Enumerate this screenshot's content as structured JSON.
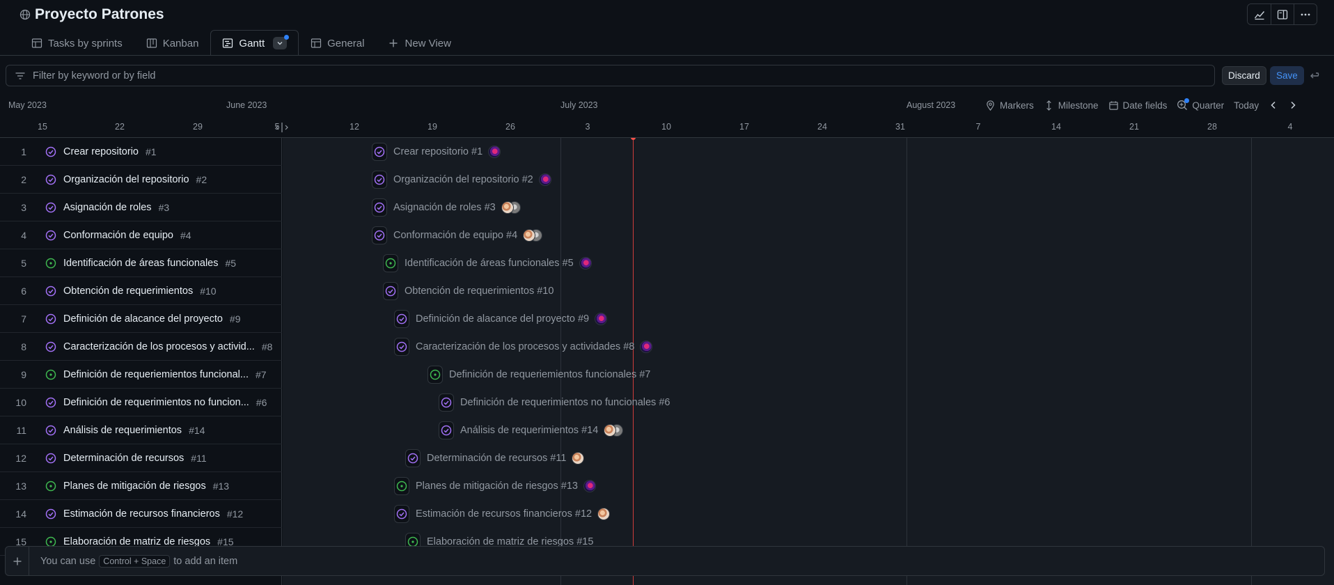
{
  "project": {
    "title": "Proyecto Patrones",
    "icon": "globe-icon"
  },
  "top_actions": [
    {
      "name": "insights-icon"
    },
    {
      "name": "panel-icon"
    },
    {
      "name": "more-icon"
    }
  ],
  "tabs": [
    {
      "label": "Tasks by sprints",
      "icon": "table-icon",
      "active": false
    },
    {
      "label": "Kanban",
      "icon": "board-icon",
      "active": false
    },
    {
      "label": "Gantt",
      "icon": "roadmap-icon",
      "active": true
    },
    {
      "label": "General",
      "icon": "table-icon",
      "active": false
    }
  ],
  "new_view_label": "New View",
  "filter": {
    "placeholder": "Filter by keyword or by field",
    "value": ""
  },
  "buttons": {
    "discard": "Discard",
    "save": "Save"
  },
  "timeline": {
    "months": [
      "May 2023",
      "June 2023",
      "July 2023",
      "August 2023"
    ],
    "days": [
      "15",
      "22",
      "29",
      "5",
      "12",
      "19",
      "26",
      "3",
      "10",
      "17",
      "24",
      "31",
      "7",
      "14",
      "21",
      "28",
      "4"
    ],
    "toolbar": {
      "markers": "Markers",
      "milestone": "Milestone",
      "date_fields": "Date fields",
      "zoom": "Quarter",
      "today": "Today"
    }
  },
  "colors": {
    "done": "#a371f7",
    "open": "#3fb950",
    "today": "#f85149",
    "accent": "#2f81f7"
  },
  "items": [
    {
      "num": "1",
      "title": "Crear repositorio",
      "id": "#1",
      "bar_label": "Crear repositorio #1",
      "status": "done"
    },
    {
      "num": "2",
      "title": "Organización del repositorio",
      "id": "#2",
      "bar_label": "Organización del repositorio #2",
      "status": "done"
    },
    {
      "num": "3",
      "title": "Asignación de roles",
      "id": "#3",
      "bar_label": "Asignación de roles #3",
      "status": "done"
    },
    {
      "num": "4",
      "title": "Conformación de equipo",
      "id": "#4",
      "bar_label": "Conformación de equipo #4",
      "status": "done"
    },
    {
      "num": "5",
      "title": "Identificación de áreas funcionales",
      "id": "#5",
      "bar_label": "Identificación de áreas funcionales #5",
      "status": "open"
    },
    {
      "num": "6",
      "title": "Obtención de requerimientos",
      "id": "#10",
      "bar_label": "Obtención de requerimientos #10",
      "status": "done"
    },
    {
      "num": "7",
      "title": "Definición de alacance del proyecto",
      "id": "#9",
      "bar_label": "Definición de alacance del proyecto #9",
      "status": "done"
    },
    {
      "num": "8",
      "title": "Caracterización de los procesos y activid...",
      "id": "#8",
      "bar_label": "Caracterización de los procesos y actividades #8",
      "status": "done"
    },
    {
      "num": "9",
      "title": "Definición de requeriemientos funcional...",
      "id": "#7",
      "bar_label": "Definición de requeriemientos funcionales #7",
      "status": "open"
    },
    {
      "num": "10",
      "title": "Definición de requerimientos no funcion...",
      "id": "#6",
      "bar_label": "Definición de requerimientos no funcionales #6",
      "status": "done"
    },
    {
      "num": "11",
      "title": "Análisis de requerimientos",
      "id": "#14",
      "bar_label": "Análisis de requerimientos #14",
      "status": "done"
    },
    {
      "num": "12",
      "title": "Determinación de recursos",
      "id": "#11",
      "bar_label": "Determinación de recursos #11",
      "status": "done"
    },
    {
      "num": "13",
      "title": "Planes de mitigación de riesgos",
      "id": "#13",
      "bar_label": "Planes de mitigación de riesgos #13",
      "status": "open"
    },
    {
      "num": "14",
      "title": "Estimación de recursos financieros",
      "id": "#12",
      "bar_label": "Estimación de recursos financieros #12",
      "status": "done"
    },
    {
      "num": "15",
      "title": "Elaboración de matriz de riesgos",
      "id": "#15",
      "bar_label": "Elaboración de matriz de riesgos #15",
      "status": "open"
    }
  ],
  "add_item": {
    "prefix": "You can use",
    "shortcut": "Control + Space",
    "suffix": "to add an item"
  }
}
